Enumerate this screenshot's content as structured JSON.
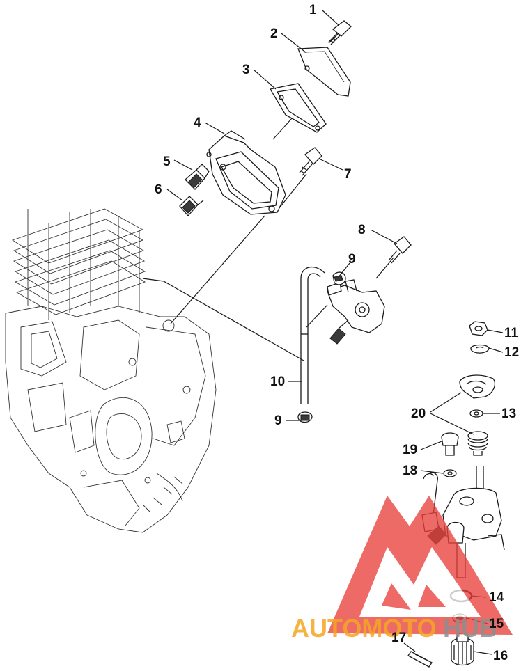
{
  "labels": {
    "n1": "1",
    "n2": "2",
    "n3": "3",
    "n4": "4",
    "n5": "5",
    "n6": "6",
    "n7": "7",
    "n8": "8",
    "n9a": "9",
    "n9b": "9",
    "n10": "10",
    "n11": "11",
    "n12": "12",
    "n13": "13",
    "n14": "14",
    "n15": "15",
    "n16": "16",
    "n17": "17",
    "n18": "18",
    "n19": "19",
    "n20": "20"
  },
  "watermark": {
    "text_orange": "AUTOMOTO",
    "text_grey": "HUB",
    "color_red": "#e8413c",
    "color_orange": "#f5a623",
    "color_grey": "#8e8e8e"
  }
}
